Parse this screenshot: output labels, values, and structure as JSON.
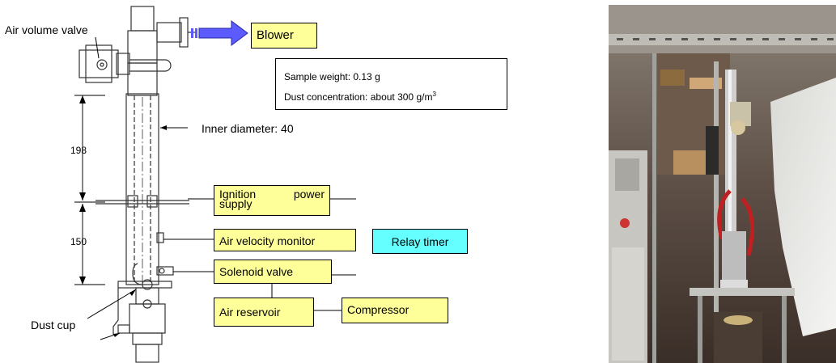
{
  "labels": {
    "air_volume_valve": "Air volume valve",
    "blower": "Blower",
    "inner_diameter": "Inner diameter: 40",
    "dim_upper": "198",
    "dim_lower": "150",
    "dust_cup": "Dust cup",
    "ignition_line1": "Ignition",
    "ignition_line1b": "power",
    "ignition_line2": "supply",
    "air_velocity_monitor": "Air velocity monitor",
    "solenoid_valve": "Solenoid valve",
    "relay_timer": "Relay timer",
    "air_reservoir": "Air reservoir",
    "compressor": "Compressor"
  },
  "info": {
    "sample_weight": "Sample weight: 0.13 g",
    "dust_concentration": "Dust concentration: about 300 g/m",
    "dust_concentration_sup": "3"
  },
  "colors": {
    "label_fill": "#ffff99",
    "relay_fill": "#66ffff",
    "arrow_fill": "#5b5bff"
  }
}
